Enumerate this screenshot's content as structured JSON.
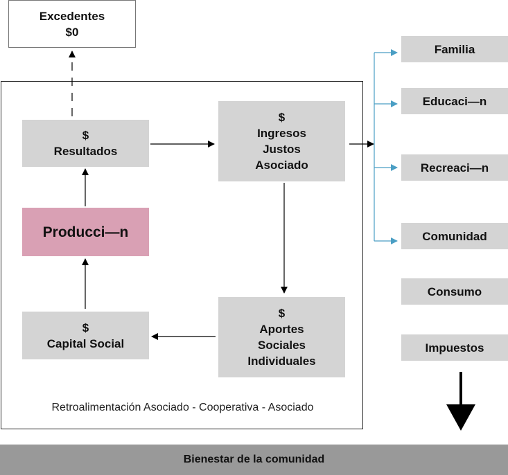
{
  "excedentes": {
    "title": "Excedentes",
    "value": "$0"
  },
  "resultados": {
    "symbol": "$",
    "label": "Resultados"
  },
  "produccion": {
    "label": "Producci—n"
  },
  "capital": {
    "symbol": "$",
    "label": "Capital Social"
  },
  "ingresos": {
    "symbol": "$",
    "lines": [
      "Ingresos",
      "Justos",
      "Asociado"
    ]
  },
  "aportes": {
    "symbol": "$",
    "lines": [
      "Aportes",
      "Sociales",
      "Individuales"
    ]
  },
  "destinos": [
    "Familia",
    "Educaci—n",
    "Recreaci—n",
    "Comunidad",
    "Consumo",
    "Impuestos"
  ],
  "cycle_caption": "Retroalimentación Asociado - Cooperativa - Asociado",
  "banner": "Bienestar de la comunidad",
  "colors": {
    "box": "#d4d4d4",
    "produccion": "#d9a0b4",
    "branch": "#4a9ec4",
    "banner": "#999999"
  }
}
